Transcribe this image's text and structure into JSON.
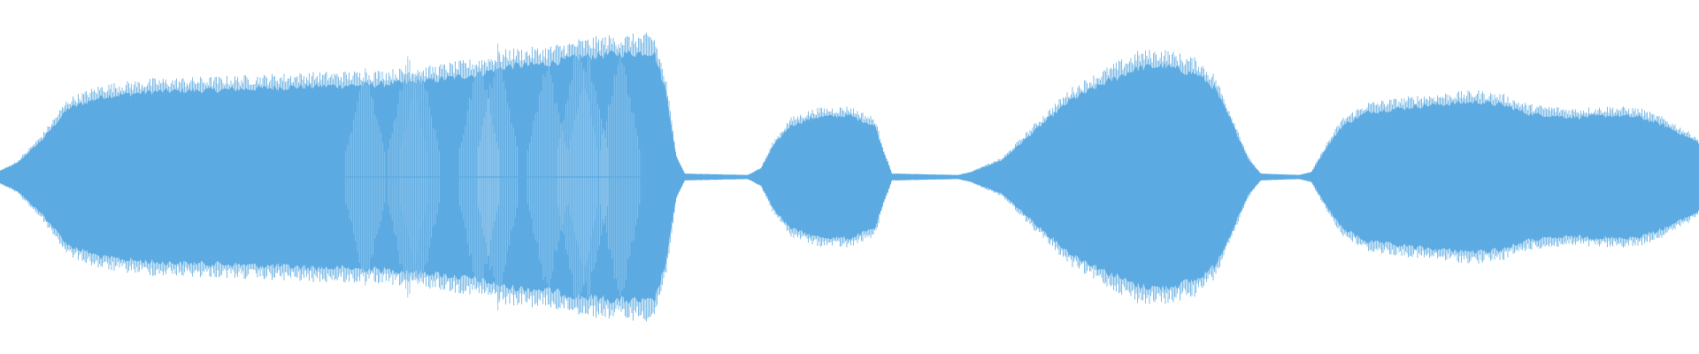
{
  "waveform": {
    "color": "#5dabe2",
    "background": "#ffffff",
    "envelope": [
      [
        0.0,
        0.035
      ],
      [
        0.01,
        0.08
      ],
      [
        0.025,
        0.22
      ],
      [
        0.04,
        0.4
      ],
      [
        0.06,
        0.47
      ],
      [
        0.09,
        0.5
      ],
      [
        0.13,
        0.51
      ],
      [
        0.18,
        0.53
      ],
      [
        0.22,
        0.54
      ],
      [
        0.25,
        0.56
      ],
      [
        0.28,
        0.6
      ],
      [
        0.3,
        0.65
      ],
      [
        0.32,
        0.66
      ],
      [
        0.34,
        0.7
      ],
      [
        0.36,
        0.72
      ],
      [
        0.385,
        0.73
      ],
      [
        0.392,
        0.5
      ],
      [
        0.398,
        0.12
      ],
      [
        0.403,
        0.02
      ],
      [
        0.44,
        0.012
      ],
      [
        0.448,
        0.05
      ],
      [
        0.455,
        0.18
      ],
      [
        0.465,
        0.3
      ],
      [
        0.48,
        0.35
      ],
      [
        0.5,
        0.36
      ],
      [
        0.515,
        0.3
      ],
      [
        0.52,
        0.15
      ],
      [
        0.525,
        0.02
      ],
      [
        0.564,
        0.012
      ],
      [
        0.572,
        0.03
      ],
      [
        0.59,
        0.1
      ],
      [
        0.61,
        0.28
      ],
      [
        0.63,
        0.45
      ],
      [
        0.65,
        0.55
      ],
      [
        0.67,
        0.64
      ],
      [
        0.685,
        0.65
      ],
      [
        0.705,
        0.6
      ],
      [
        0.715,
        0.52
      ],
      [
        0.725,
        0.32
      ],
      [
        0.735,
        0.1
      ],
      [
        0.742,
        0.02
      ],
      [
        0.765,
        0.012
      ],
      [
        0.772,
        0.03
      ],
      [
        0.78,
        0.16
      ],
      [
        0.79,
        0.3
      ],
      [
        0.805,
        0.38
      ],
      [
        0.84,
        0.42
      ],
      [
        0.87,
        0.44
      ],
      [
        0.885,
        0.42
      ],
      [
        0.9,
        0.37
      ],
      [
        0.925,
        0.35
      ],
      [
        0.95,
        0.36
      ],
      [
        0.965,
        0.35
      ],
      [
        0.98,
        0.3
      ],
      [
        1.0,
        0.2
      ]
    ],
    "bright_spikes": [
      [
        0.215,
        0.65
      ],
      [
        0.24,
        0.72
      ],
      [
        0.247,
        0.7
      ],
      [
        0.282,
        0.73
      ],
      [
        0.293,
        0.76
      ],
      [
        0.322,
        0.7
      ],
      [
        0.34,
        0.81
      ],
      [
        0.346,
        0.74
      ],
      [
        0.365,
        0.78
      ]
    ]
  }
}
